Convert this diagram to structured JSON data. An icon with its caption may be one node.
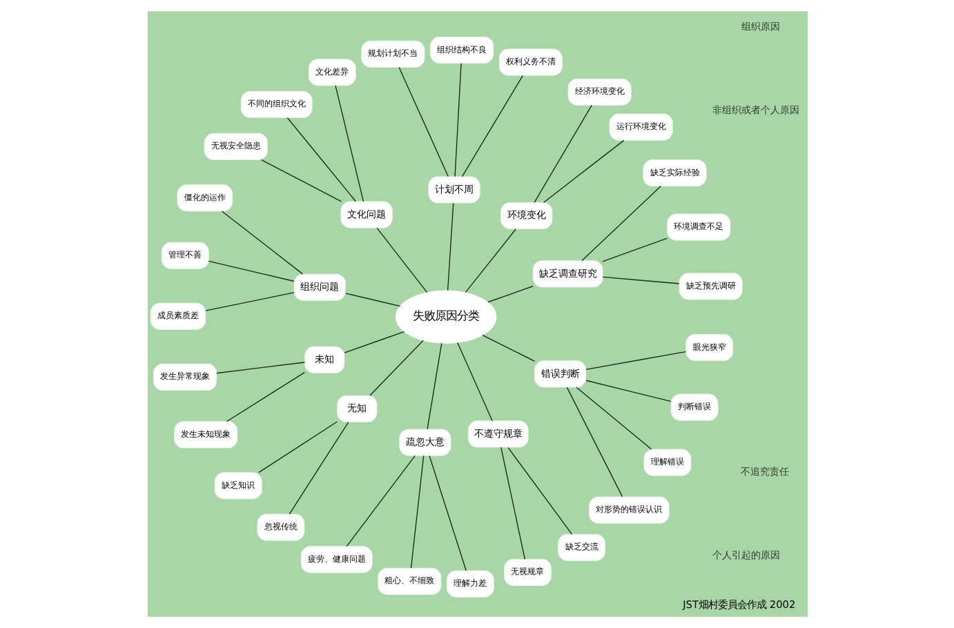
{
  "diagram": {
    "caption": "JST畑村委員会作成 2002",
    "nodes": [
      {
        "text": [
          "失败原因分类"
        ]
      },
      {
        "text": [
          "缺乏调查研究"
        ]
      },
      {
        "text": [
          "环境变化"
        ]
      },
      {
        "text": [
          "计划不周"
        ]
      },
      {
        "text": [
          "文化问题"
        ]
      },
      {
        "text": [
          "组织问题"
        ]
      },
      {
        "text": [
          "未知"
        ]
      },
      {
        "text": [
          "无知"
        ]
      },
      {
        "text": [
          "疏忽大意"
        ]
      },
      {
        "text": [
          "不遵守规章"
        ]
      },
      {
        "text": [
          "错误判断"
        ]
      },
      {
        "text": [
          "缺乏预先调研"
        ]
      },
      {
        "text": [
          "环境调查不足"
        ]
      },
      {
        "text": [
          "缺乏实际经验"
        ]
      },
      {
        "text": [
          "运行环境变化"
        ]
      },
      {
        "text": [
          "经济环境变化"
        ]
      },
      {
        "text": [
          "权利义务不清"
        ]
      },
      {
        "text": [
          "组织结构不良"
        ]
      },
      {
        "text": [
          "规划计划不当"
        ]
      },
      {
        "text": [
          "文化差异"
        ]
      },
      {
        "text": [
          "不同的组织文化"
        ]
      },
      {
        "text": [
          "无视安全隐患"
        ]
      },
      {
        "text": [
          "僵化的运作"
        ]
      },
      {
        "text": [
          "管理不善"
        ]
      },
      {
        "text": [
          "成员素质差"
        ]
      },
      {
        "text": [
          "发生异常现象"
        ]
      },
      {
        "text": [
          "发生未知现象"
        ]
      },
      {
        "text": [
          "缺乏知识"
        ]
      },
      {
        "text": [
          "忽视传统"
        ]
      },
      {
        "text": [
          "疲劳、健康问题"
        ]
      },
      {
        "text": [
          "粗心、不细致"
        ]
      },
      {
        "text": [
          "理解力差"
        ]
      },
      {
        "text": [
          "无视规章"
        ]
      },
      {
        "text": [
          "缺乏交流"
        ]
      },
      {
        "text": [
          "对形势的错误认识"
        ]
      },
      {
        "text": [
          "理解错误"
        ]
      },
      {
        "text": [
          "判断错误"
        ]
      },
      {
        "text": [
          "眼光狭窄"
        ]
      }
    ],
    "edges": [
      {
        "from": 0,
        "to": 1,
        "arrow": "none"
      },
      {
        "from": 0,
        "to": 2,
        "arrow": "none"
      },
      {
        "from": 0,
        "to": 3,
        "arrow": "none"
      },
      {
        "from": 0,
        "to": 4,
        "arrow": "none"
      },
      {
        "from": 0,
        "to": 5,
        "arrow": "none"
      },
      {
        "from": 0,
        "to": 6,
        "arrow": "none"
      },
      {
        "from": 0,
        "to": 7,
        "arrow": "none"
      },
      {
        "from": 0,
        "to": 8,
        "arrow": "none"
      },
      {
        "from": 0,
        "to": 9,
        "arrow": "none"
      },
      {
        "from": 0,
        "to": 10,
        "arrow": "none"
      },
      {
        "from": 11,
        "to": 1,
        "arrow": "none"
      },
      {
        "from": 12,
        "to": 1,
        "arrow": "none"
      },
      {
        "from": 13,
        "to": 1,
        "arrow": "none"
      },
      {
        "from": 14,
        "to": 2,
        "arrow": "none"
      },
      {
        "from": 15,
        "to": 2,
        "arrow": "none"
      },
      {
        "from": 16,
        "to": 3,
        "arrow": "none"
      },
      {
        "from": 17,
        "to": 3,
        "arrow": "none"
      },
      {
        "from": 18,
        "to": 3,
        "arrow": "none"
      },
      {
        "from": 19,
        "to": 4,
        "arrow": "none"
      },
      {
        "from": 20,
        "to": 4,
        "arrow": "none"
      },
      {
        "from": 21,
        "to": 4,
        "arrow": "none"
      },
      {
        "from": 22,
        "to": 5,
        "arrow": "none"
      },
      {
        "from": 23,
        "to": 5,
        "arrow": "none"
      },
      {
        "from": 24,
        "to": 5,
        "arrow": "none"
      },
      {
        "from": 25,
        "to": 6,
        "arrow": "none"
      },
      {
        "from": 26,
        "to": 6,
        "arrow": "none"
      },
      {
        "from": 27,
        "to": 7,
        "arrow": "none"
      },
      {
        "from": 28,
        "to": 7,
        "arrow": "none"
      },
      {
        "from": 29,
        "to": 8,
        "arrow": "none"
      },
      {
        "from": 30,
        "to": 8,
        "arrow": "none"
      },
      {
        "from": 31,
        "to": 8,
        "arrow": "none"
      },
      {
        "from": 32,
        "to": 9,
        "arrow": "none"
      },
      {
        "from": 33,
        "to": 9,
        "arrow": "none"
      },
      {
        "from": 34,
        "to": 10,
        "arrow": "none"
      },
      {
        "from": 35,
        "to": 10,
        "arrow": "none"
      },
      {
        "from": 36,
        "to": 10,
        "arrow": "none"
      },
      {
        "from": 37,
        "to": 10,
        "arrow": "none"
      }
    ],
    "labels": [
      "个人引起的原因",
      "非组织或者个人原因",
      "不追究责任",
      "组织原因"
    ]
  }
}
